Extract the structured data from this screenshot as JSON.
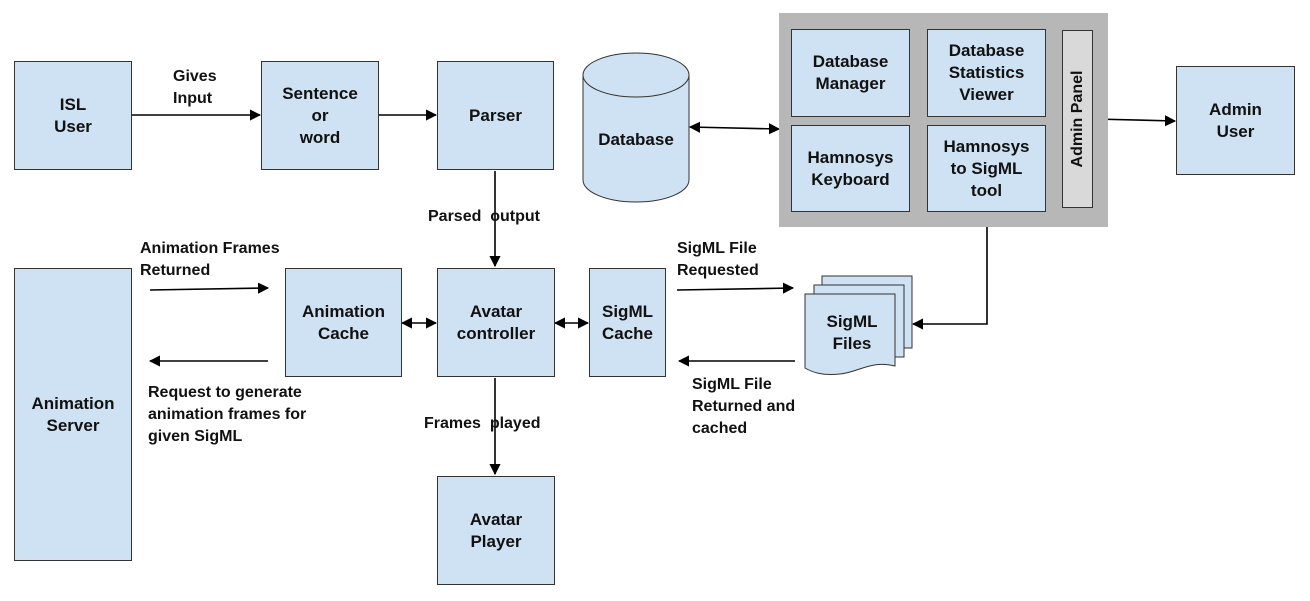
{
  "boxes": {
    "isl_user": "ISL\nUser",
    "sentence": "Sentence\nor\nword",
    "parser": "Parser",
    "database": "Database",
    "db_manager": "Database\nManager",
    "db_stats": "Database\nStatistics\nViewer",
    "hamnosys_keyboard": "Hamnosys\nKeyboard",
    "hamnosys_tool": "Hamnosys\nto SigML\ntool",
    "admin_panel": "Admin Panel",
    "admin_user": "Admin\nUser",
    "animation_server": "Animation\nServer",
    "animation_cache": "Animation\nCache",
    "avatar_controller": "Avatar\ncontroller",
    "sigml_cache": "SigML\nCache",
    "sigml_files": "SigML\nFiles",
    "avatar_player": "Avatar\nPlayer"
  },
  "labels": {
    "gives_input": "Gives\nInput",
    "parsed_output": "Parsed  output",
    "frames_played": "Frames  played",
    "anim_frames_returned": "Animation Frames\nReturned",
    "request_generate": "Request to generate\nanimation frames for\ngiven SigML",
    "sigml_requested": "SigML File\nRequested",
    "sigml_returned": "SigML File\nReturned and\ncached"
  },
  "colors": {
    "box_fill": "#cfe2f3",
    "panel_bg": "#b7b7b7",
    "admin_panel_fill": "#d9d9d9",
    "stroke": "#000000"
  }
}
